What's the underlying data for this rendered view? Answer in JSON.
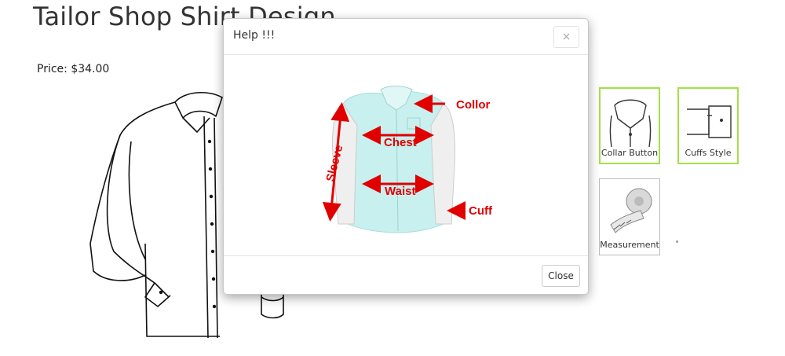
{
  "page": {
    "title": "Tailor Shop Shirt Design",
    "price": "Price: $34.00"
  },
  "options": [
    {
      "label": "Collar Button",
      "icon": "collar-icon",
      "selected": true
    },
    {
      "label": "Cuffs Style",
      "icon": "cuff-icon",
      "selected": true
    },
    {
      "label": "Measurement",
      "icon": "measuring-tape-icon",
      "selected": false
    }
  ],
  "modal": {
    "title": "Help !!!",
    "close_x": "×",
    "close_button": "Close",
    "diagram_labels": {
      "collar": "Collor",
      "chest": "Chest",
      "waist": "Waist",
      "sleeve": "Sleeve",
      "cuff": "Cuff"
    }
  },
  "colors": {
    "selected_border": "#a3e04a",
    "annotation_red": "#e00000",
    "shirt_body": "#c8f0ee"
  }
}
